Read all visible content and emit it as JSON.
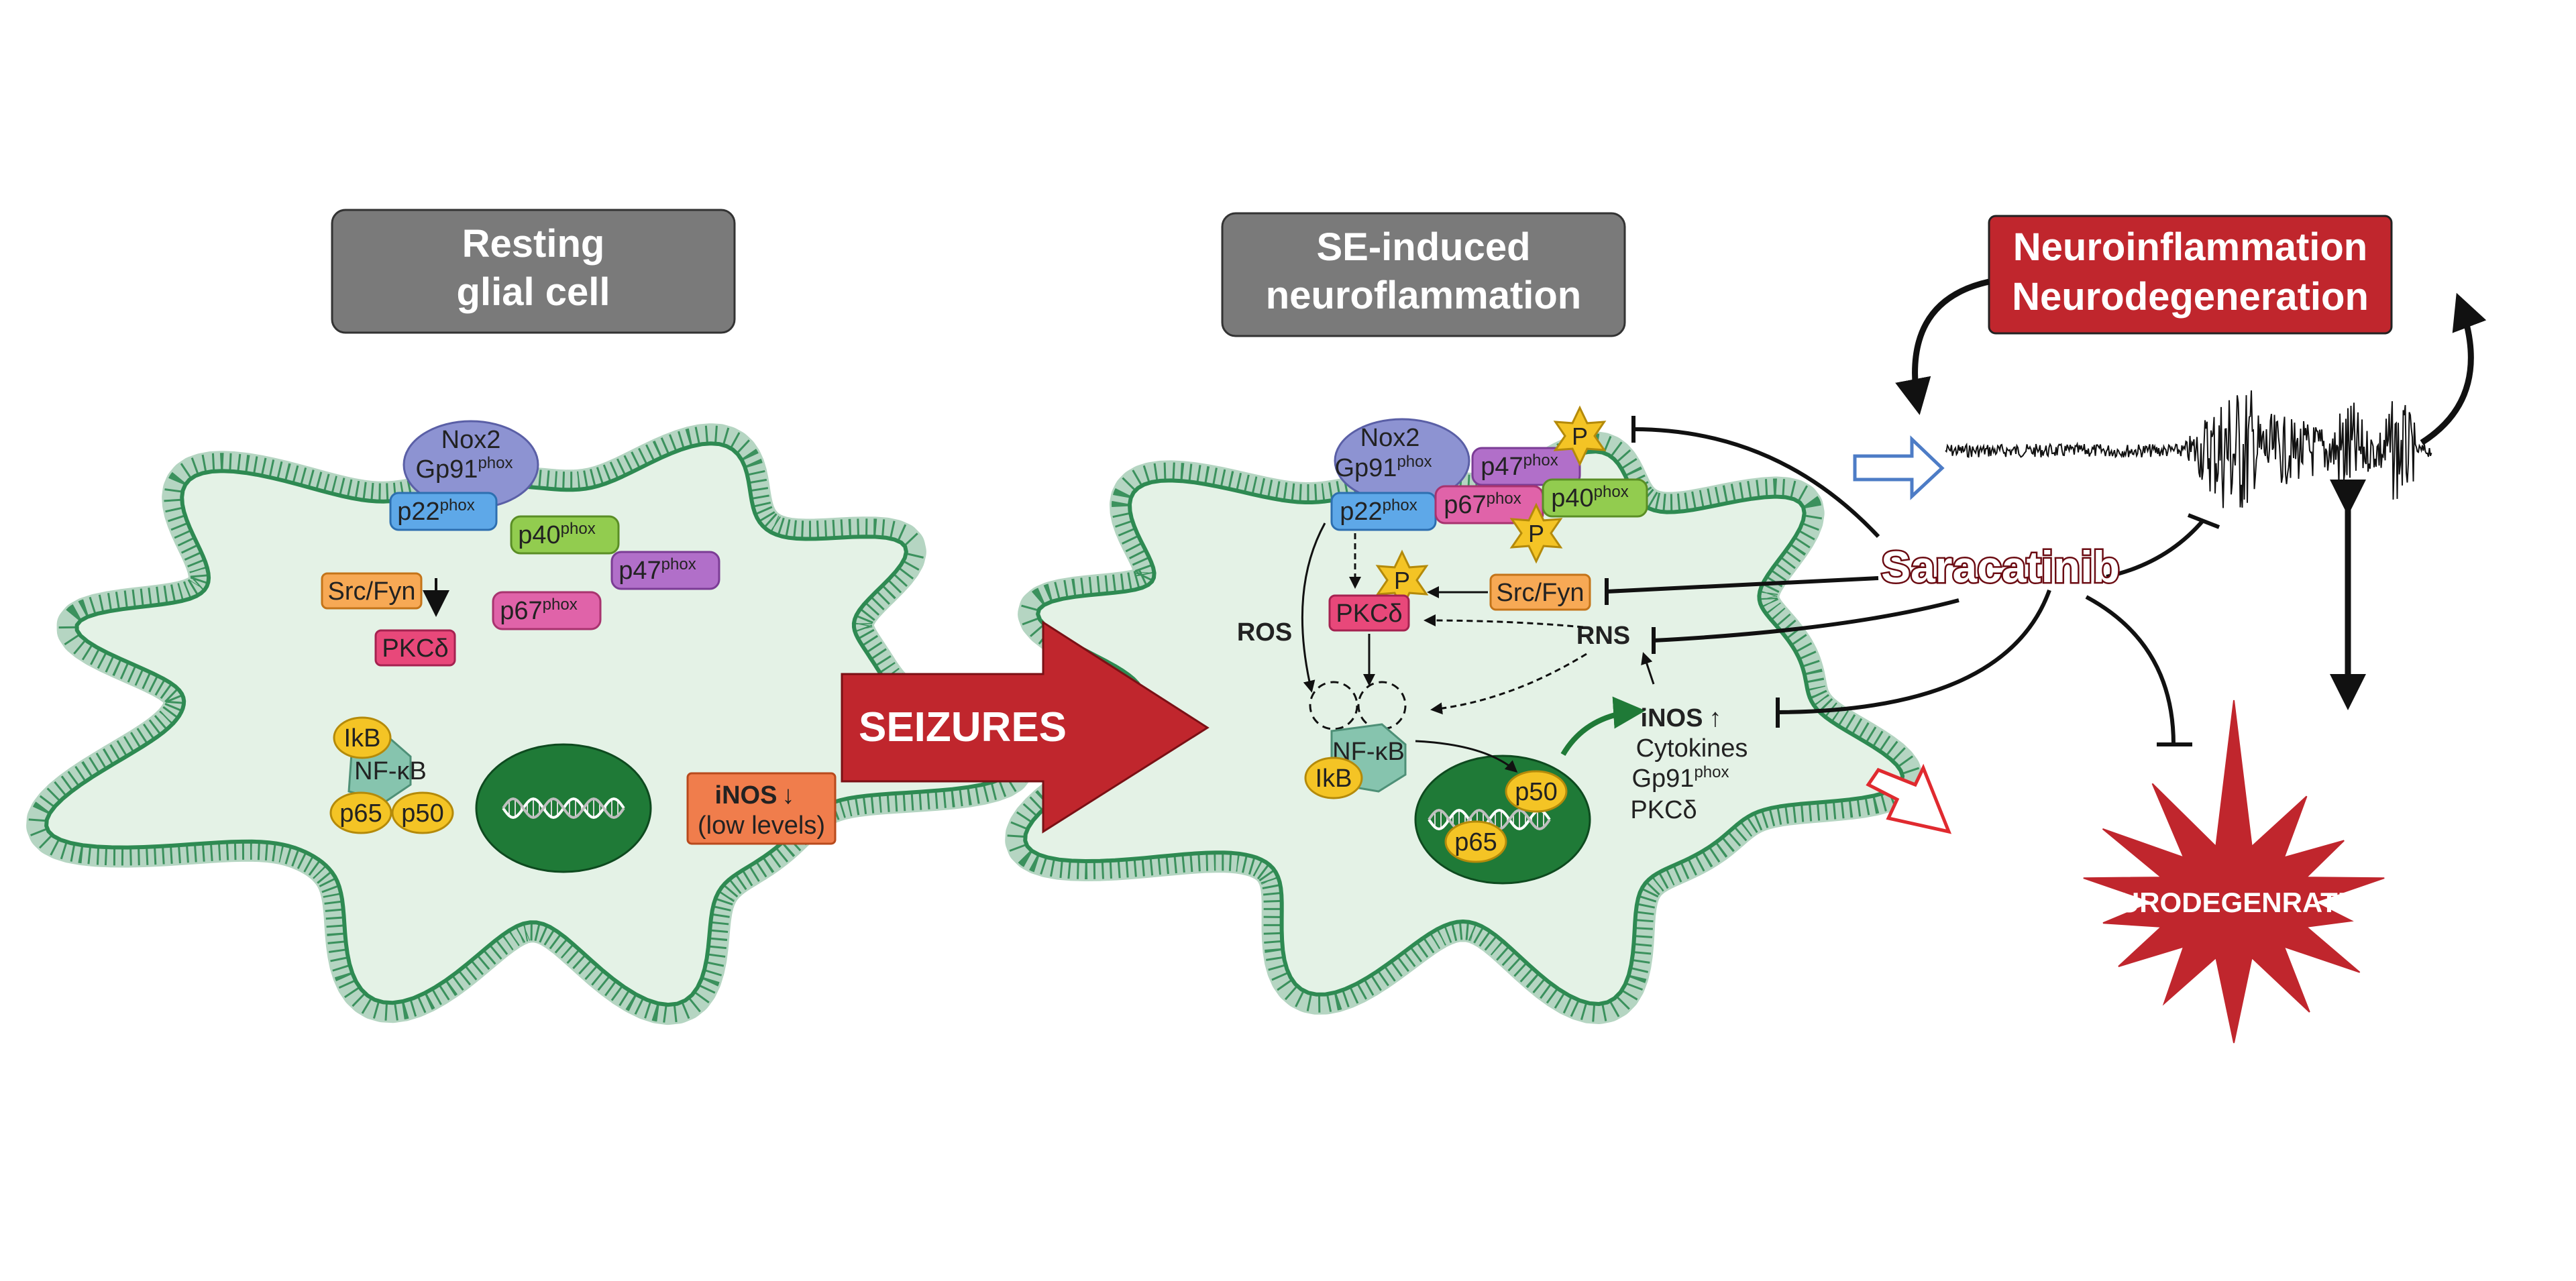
{
  "headers": {
    "resting_l1": "Resting",
    "resting_l2": "glial cell",
    "se_l1": "SE-induced",
    "se_l2": "neuroflammation",
    "neuro_l1": "Neuroinflammation",
    "neuro_l2": "Neurodegeneration"
  },
  "resting": {
    "nox2": "Nox2",
    "gp91": "Gp91",
    "p22": "p22",
    "p40": "p40",
    "p47": "p47",
    "p67": "p67",
    "phox": "phox",
    "srcfyn": "Src/Fyn",
    "pkcd": "PKCδ",
    "ikb": "IkB",
    "nfkb": "NF-κB",
    "p65": "p65",
    "p50": "p50",
    "inos": "iNOS",
    "inos_arrow": "↓",
    "low_levels": "(low levels)"
  },
  "seizures": "SEIZURES",
  "active": {
    "nox2": "Nox2",
    "gp91": "Gp91",
    "p22": "p22",
    "p40": "p40",
    "p47": "p47",
    "p67": "p67",
    "phox": "phox",
    "p_badge": "P",
    "srcfyn": "Src/Fyn",
    "pkcd": "PKCδ",
    "ros": "ROS",
    "rns": "RNS",
    "ikb": "IkB",
    "nfkb": "NF-κB",
    "p50": "p50",
    "p65": "p65",
    "inos": "iNOS",
    "inos_arrow": "↑",
    "cytokines": "Cytokines",
    "pkcd2": "PKCδ"
  },
  "drug": "Saracatinib",
  "neurodeg": "NEURODEGENRATION",
  "colors": {
    "header_gray": "#7a7a7a",
    "header_red": "#c0262d",
    "cell_fill": "#e4f2e6",
    "membrane": "#2e8a52",
    "nucleus": "#1f7a37",
    "seizure_arrow": "#c0262d",
    "star_red": "#c0262d",
    "nox2": "#8d93d2",
    "p22": "#5ea8e8",
    "p40": "#92cc4f",
    "p47": "#b16fc9",
    "p67": "#e063a9",
    "srcfyn": "#f7a955",
    "pkcd": "#e8487a",
    "ikb": "#f4c425",
    "nfkb": "#86c4ae",
    "inos": "#f07d4c"
  }
}
